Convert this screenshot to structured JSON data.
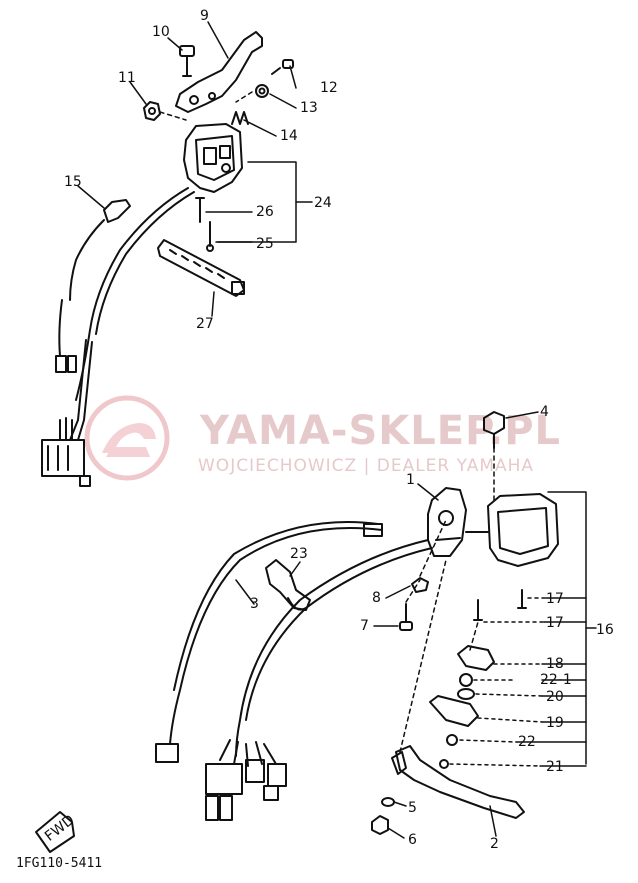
{
  "watermark": {
    "brand": "YAMA-SKLEP.PL",
    "subtitle": "WOJCIECHOWICZ | DEALER YAMAHA"
  },
  "figure_code": "1FG110-5411",
  "fwd_label": "FWD",
  "callouts": [
    "1",
    "2",
    "3",
    "4",
    "5",
    "6",
    "7",
    "8",
    "9",
    "10",
    "11",
    "12",
    "13",
    "14",
    "15",
    "16",
    "17",
    "17",
    "18",
    "19",
    "20",
    "21",
    "22",
    "22-1",
    "23",
    "24",
    "25",
    "26",
    "27"
  ]
}
